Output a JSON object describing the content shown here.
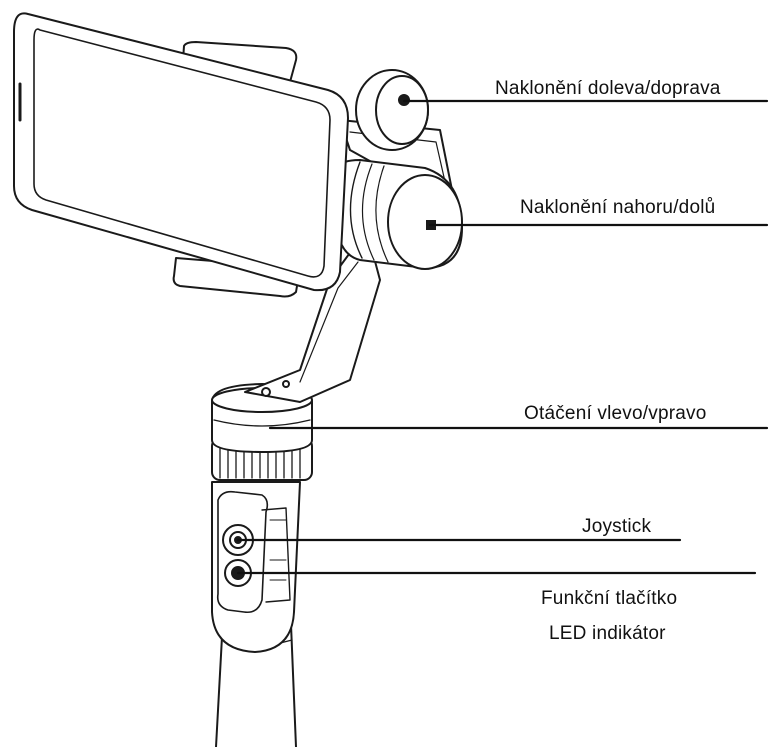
{
  "labels": {
    "roll": "Naklonění doleva/doprava",
    "tilt": "Naklonění nahoru/dolů",
    "pan": "Otáčení vlevo/vpravo",
    "joystick": "Joystick",
    "function_button": "Funkční tlačítko",
    "led": "LED indikátor"
  },
  "colors": {
    "line": "#111111",
    "background": "#ffffff"
  }
}
